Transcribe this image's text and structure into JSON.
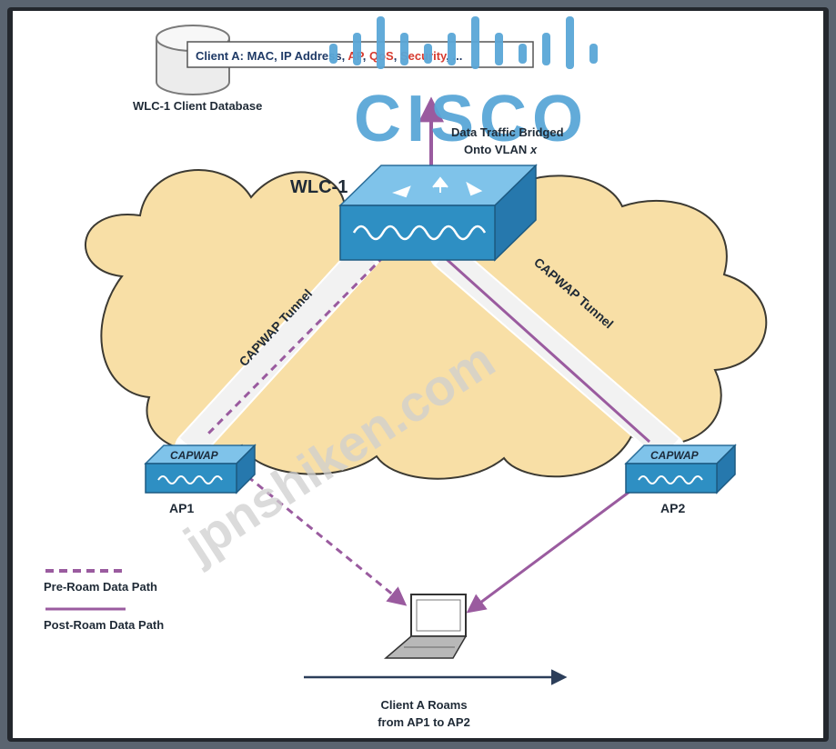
{
  "database": {
    "client_prefix": "Client A: ",
    "client_fields_plain": "MAC, IP Address, ",
    "client_field_ap": "AP",
    "client_field_sep1": ", ",
    "client_field_qos": "QoS",
    "client_field_sep2": ", ",
    "client_field_security": "Security",
    "client_field_tail": ", ...",
    "label": "WLC-1 Client Database"
  },
  "watermark": {
    "brand": "CISCO",
    "site": "jpnshiken.com"
  },
  "controller": {
    "name": "WLC-1",
    "traffic_line1": "Data Traffic Bridged",
    "traffic_line2": "Onto VLAN ",
    "traffic_vlan": "x"
  },
  "tunnels": {
    "left": "CAPWAP Tunnel",
    "right": "CAPWAP Tunnel"
  },
  "access_points": [
    {
      "badge": "CAPWAP",
      "name": "AP1"
    },
    {
      "badge": "CAPWAP",
      "name": "AP2"
    }
  ],
  "legend": {
    "pre": "Pre-Roam Data Path",
    "post": "Post-Roam Data Path"
  },
  "roam": {
    "line1": "Client A Roams",
    "line2": "from AP1 to AP2"
  },
  "colors": {
    "cloud": "#f8dfa6",
    "cloud_edge": "#3c3a33",
    "device_blue": "#2e8fc3",
    "path_purple": "#9a5b9f",
    "cisco_blue": "#5aa7d7",
    "ap_highlight": "#d63a2f"
  }
}
